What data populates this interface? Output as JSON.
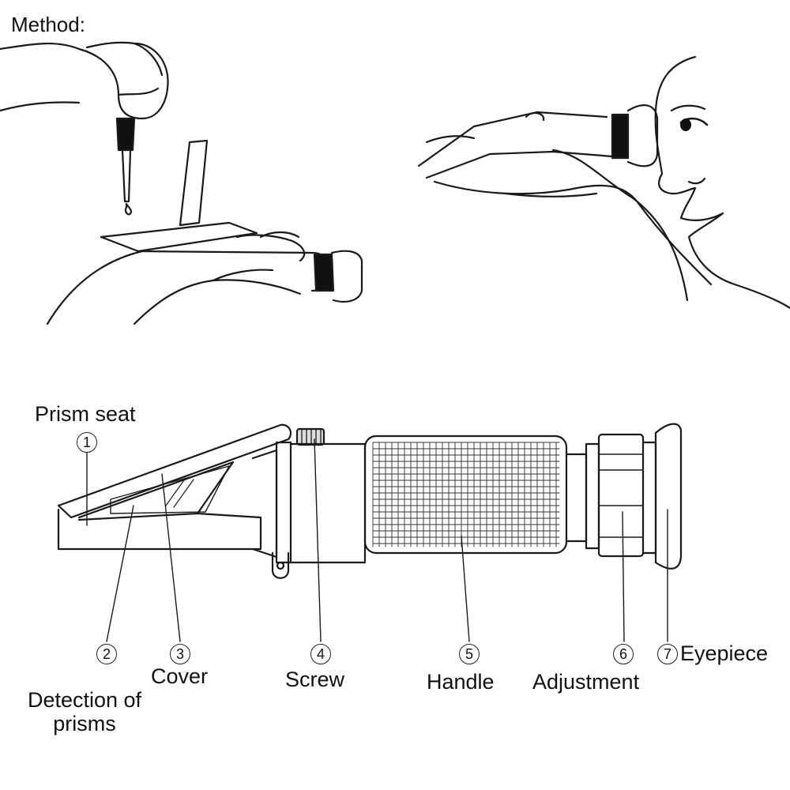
{
  "heading": "Method:",
  "parts": [
    {
      "number": "1",
      "label": "Prism seat"
    },
    {
      "number": "2",
      "label": "Detection of prisms"
    },
    {
      "number": "3",
      "label": "Cover"
    },
    {
      "number": "4",
      "label": "Screw"
    },
    {
      "number": "5",
      "label": "Handle"
    },
    {
      "number": "6",
      "label": "Adjustment"
    },
    {
      "number": "7",
      "label": "Eyepiece"
    }
  ],
  "colors": {
    "ink": "#111111",
    "background": "#ffffff"
  }
}
